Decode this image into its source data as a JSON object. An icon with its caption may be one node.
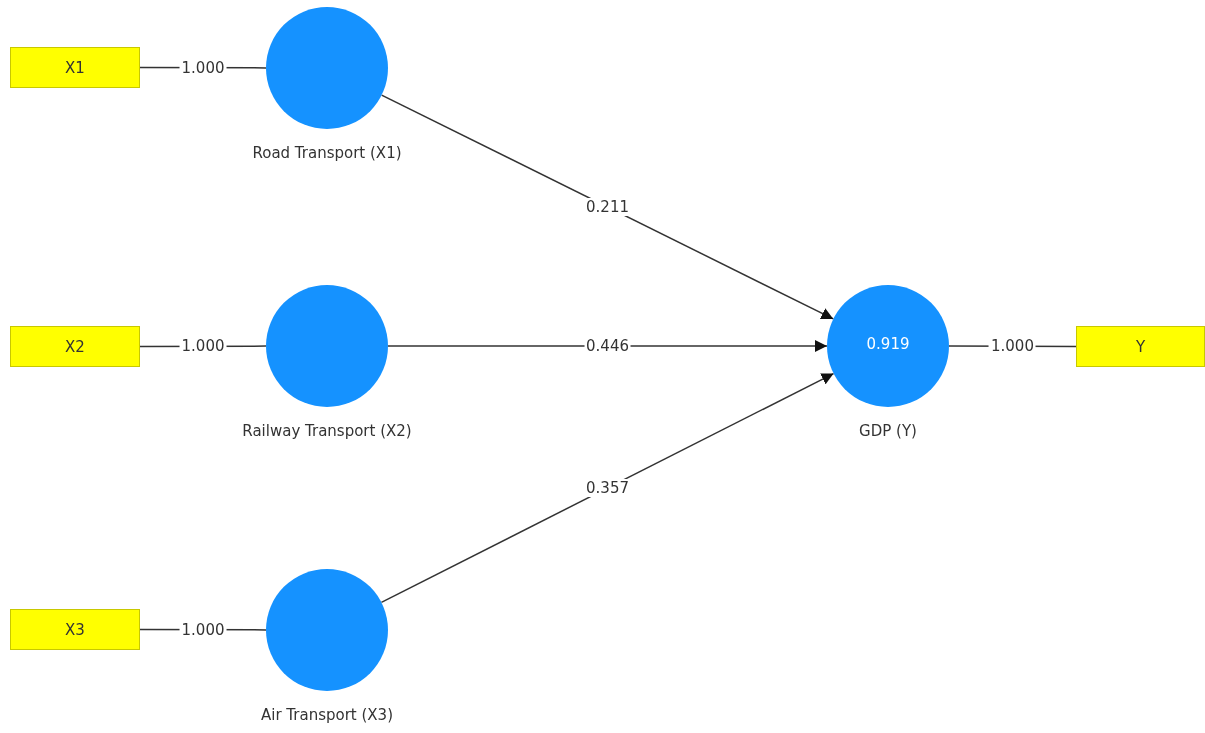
{
  "diagram": {
    "nodes": [
      {
        "text": [
          "X1"
        ]
      },
      {
        "text": [
          "X2"
        ]
      },
      {
        "text": [
          "X3"
        ]
      },
      {
        "text": [],
        "shape": "circle",
        "beside": [
          "Road Transport (X1)"
        ]
      },
      {
        "text": [],
        "shape": "circle",
        "beside": [
          "Railway Transport (X2)"
        ]
      },
      {
        "text": [],
        "shape": "circle",
        "beside": [
          "Air Transport (X3)"
        ]
      },
      {
        "text": [
          "0.919"
        ],
        "beside": [
          "GDP (Y)"
        ]
      },
      {
        "text": [
          "Y"
        ]
      }
    ],
    "edges": [
      {
        "from": 0,
        "to": 3,
        "arrow": "none",
        "label": "1.000"
      },
      {
        "from": 1,
        "to": 4,
        "arrow": "none",
        "label": "1.000"
      },
      {
        "from": 2,
        "to": 5,
        "arrow": "none",
        "label": "1.000"
      },
      {
        "from": 3,
        "to": 6,
        "arrow": "to",
        "label": "0.211"
      },
      {
        "from": 4,
        "to": 6,
        "arrow": "to",
        "label": "0.446"
      },
      {
        "from": 5,
        "to": 6,
        "arrow": "to",
        "label": "0.357"
      },
      {
        "from": 6,
        "to": 7,
        "arrow": "none",
        "label": "1.000"
      }
    ]
  }
}
